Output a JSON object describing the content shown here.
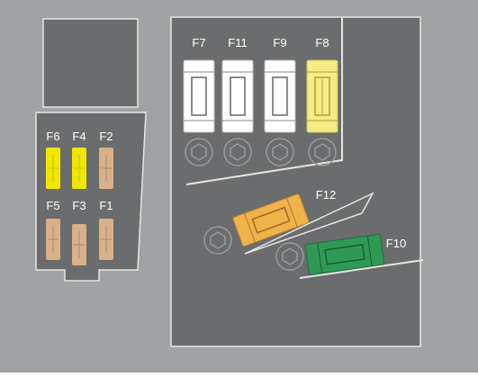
{
  "colors": {
    "background": "#a0a2a3",
    "panel": "#6b6c6d",
    "outline": "#e6e6e6",
    "fuse_white": "#ffffff",
    "fuse_yellow_light": "#f4ec84",
    "fuse_yellow": "#f0e800",
    "fuse_tan": "#d8b08a",
    "fuse_orange": "#f0b24a",
    "fuse_green": "#2f9a56"
  },
  "left_box": {
    "fuse_labels": [
      "F6",
      "F4",
      "F2",
      "F5",
      "F3",
      "F1"
    ],
    "fuse_colors": [
      "yellow",
      "yellow",
      "tan",
      "tan",
      "tan",
      "tan"
    ]
  },
  "right_box": {
    "top_row": [
      {
        "label": "F7",
        "color": "white"
      },
      {
        "label": "F11",
        "color": "white"
      },
      {
        "label": "F9",
        "color": "white"
      },
      {
        "label": "F8",
        "color": "yellow_light"
      }
    ],
    "angled": [
      {
        "label": "F12",
        "color": "orange"
      },
      {
        "label": "F10",
        "color": "green"
      }
    ]
  }
}
